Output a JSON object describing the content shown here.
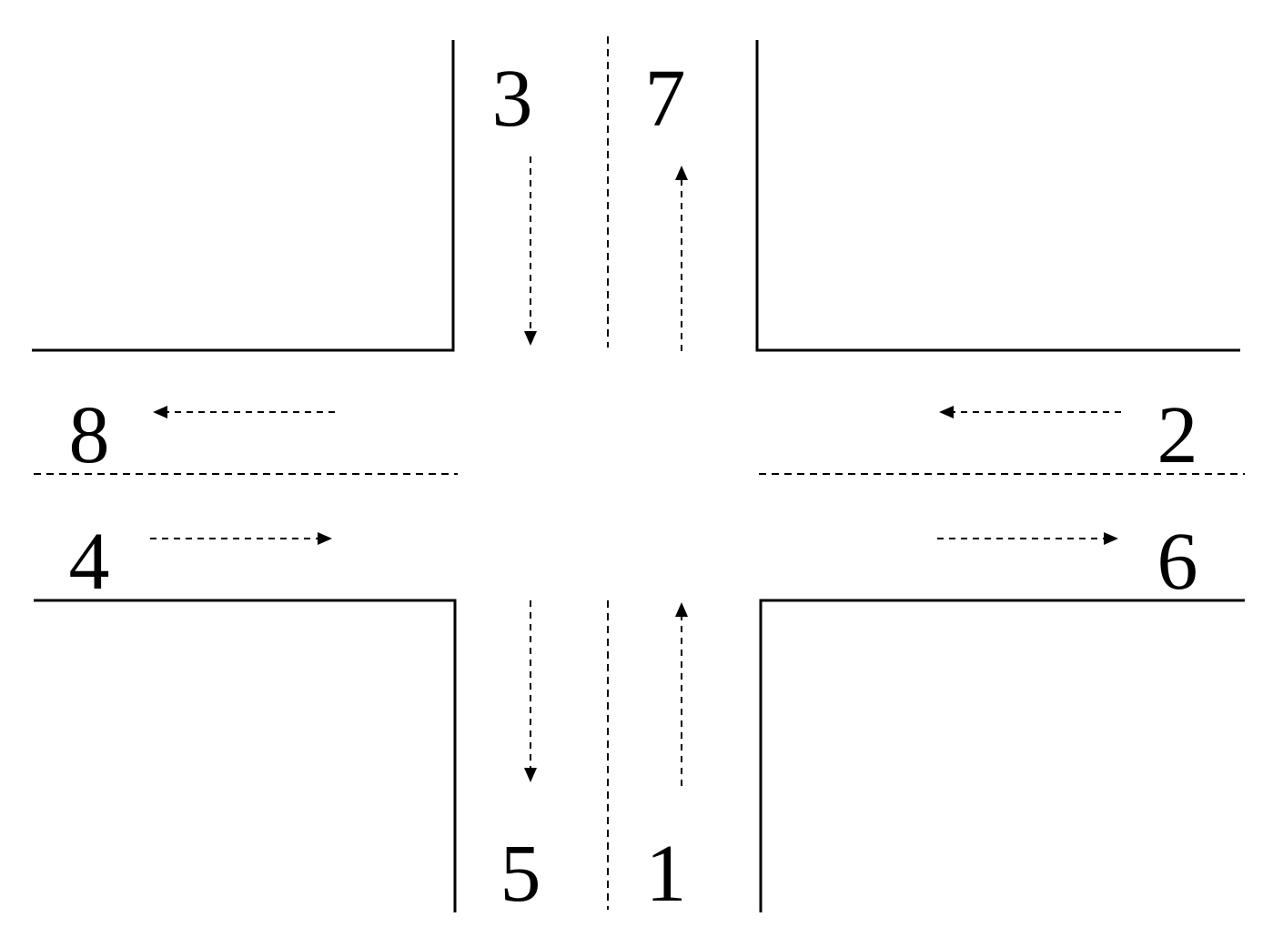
{
  "colors": {
    "line": "#000000",
    "background": "#ffffff"
  },
  "labels": {
    "north_in": "3",
    "north_out": "7",
    "east_in": "2",
    "east_out": "6",
    "south_in": "1",
    "south_out": "5",
    "west_in": "4",
    "west_out": "8"
  }
}
